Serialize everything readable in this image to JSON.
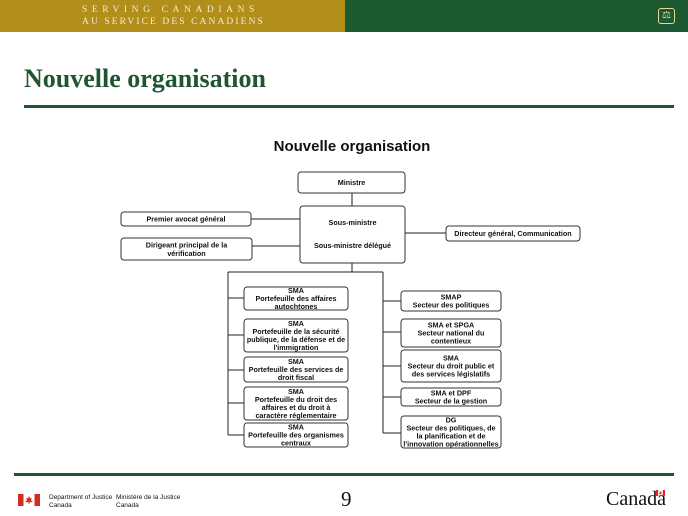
{
  "header": {
    "line1": "SERVING CANADIANS",
    "line2": "AU SERVICE DES CANADIENS",
    "colors": {
      "gold": "#b28e1b",
      "green": "#1e5a31"
    },
    "emblem": "scales-of-justice-icon"
  },
  "slide_title": "Nouvelle organisation",
  "diagram": {
    "title": "Nouvelle organisation",
    "nodes": {
      "ministre": [
        "Ministre"
      ],
      "sous_ministre": [
        "Sous-ministre",
        "Sous-ministre délégué"
      ],
      "premier_avocat": [
        "Premier avocat général"
      ],
      "dirigeant_verif": [
        "Dirigeant principal de la",
        "vérification"
      ],
      "directeur_comm": [
        "Directeur général, Communication"
      ],
      "left": [
        [
          "SMA",
          "Portefeuille des affaires",
          "autochtones"
        ],
        [
          "SMA",
          "Portefeuille de la sécurité",
          "publique, de la défense et de",
          "l'immigration"
        ],
        [
          "SMA",
          "Portefeuille des services de",
          "droit fiscal"
        ],
        [
          "SMA",
          "Portefeuille du droit des",
          "affaires et du droit à",
          "caractère réglementaire"
        ],
        [
          "SMA",
          "Portefeuille des organismes",
          "centraux"
        ]
      ],
      "right": [
        [
          "SMAP",
          "Secteur des politiques"
        ],
        [
          "SMA et SPGA",
          "Secteur national du",
          "contentieux"
        ],
        [
          "SMA",
          "Secteur du droit public et",
          "des services législatifs"
        ],
        [
          "SMA et DPF",
          "Secteur de la gestion"
        ],
        [
          "DG",
          "Secteur des politiques, de",
          "la planification et de",
          "l'innovation opérationnelles"
        ]
      ]
    }
  },
  "footer": {
    "dept_en": [
      "Department of Justice",
      "Canada"
    ],
    "dept_fr": [
      "Ministère de la Justice",
      "Canada"
    ],
    "page_number": "9",
    "wordmark": "Canada",
    "flag_icon": "canada-flag-icon"
  }
}
